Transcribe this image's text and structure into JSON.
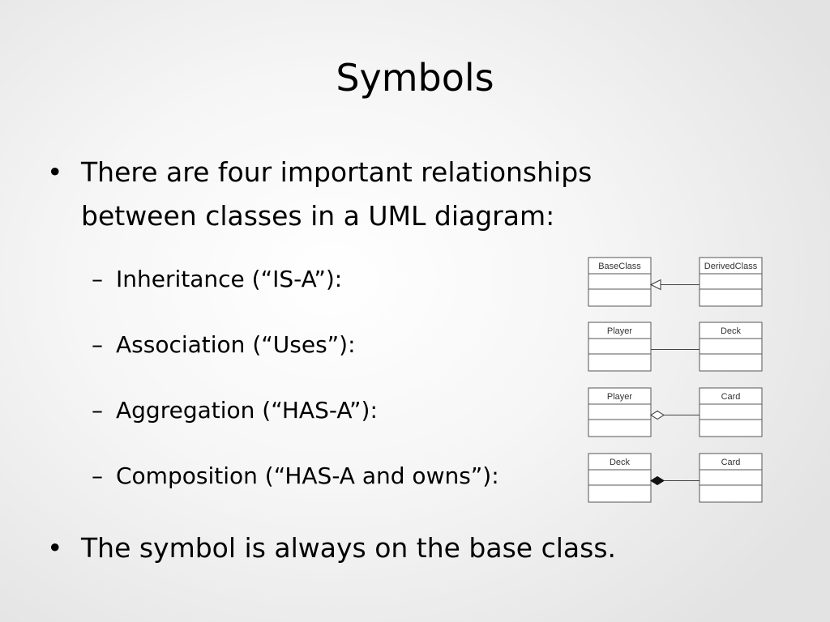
{
  "slide": {
    "title": "Symbols",
    "bullet_glyph": "•",
    "dash_glyph": "–",
    "bullets": [
      {
        "lines": [
          "There are four important relationships",
          "between classes in a UML diagram:"
        ]
      },
      {
        "lines": [
          "The symbol is always on the base class."
        ]
      }
    ],
    "relationships": [
      {
        "label": "Inheritance (“IS-A”):",
        "left_class": "BaseClass",
        "right_class": "DerivedClass",
        "symbol": "hollow-triangle"
      },
      {
        "label": "Association (“Uses”):",
        "left_class": "Player",
        "right_class": "Deck",
        "symbol": "none"
      },
      {
        "label": "Aggregation (“HAS-A”):",
        "left_class": "Player",
        "right_class": "Card",
        "symbol": "hollow-diamond"
      },
      {
        "label": "Composition (“HAS-A and owns”):",
        "left_class": "Deck",
        "right_class": "Card",
        "symbol": "filled-diamond"
      }
    ]
  }
}
